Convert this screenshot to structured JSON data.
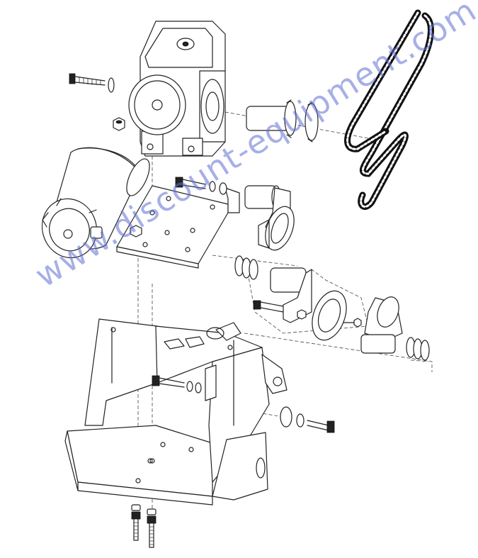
{
  "watermark": {
    "text": "www.discount-equipment.com",
    "color": "#5f6ed2"
  },
  "parts": [
    {
      "name": "gearbox"
    },
    {
      "name": "motor"
    },
    {
      "name": "motor-mount-plate"
    },
    {
      "name": "drive-chain"
    },
    {
      "name": "sprocket"
    },
    {
      "name": "frame"
    },
    {
      "name": "limit-switch-assembly"
    },
    {
      "name": "bolts"
    }
  ]
}
